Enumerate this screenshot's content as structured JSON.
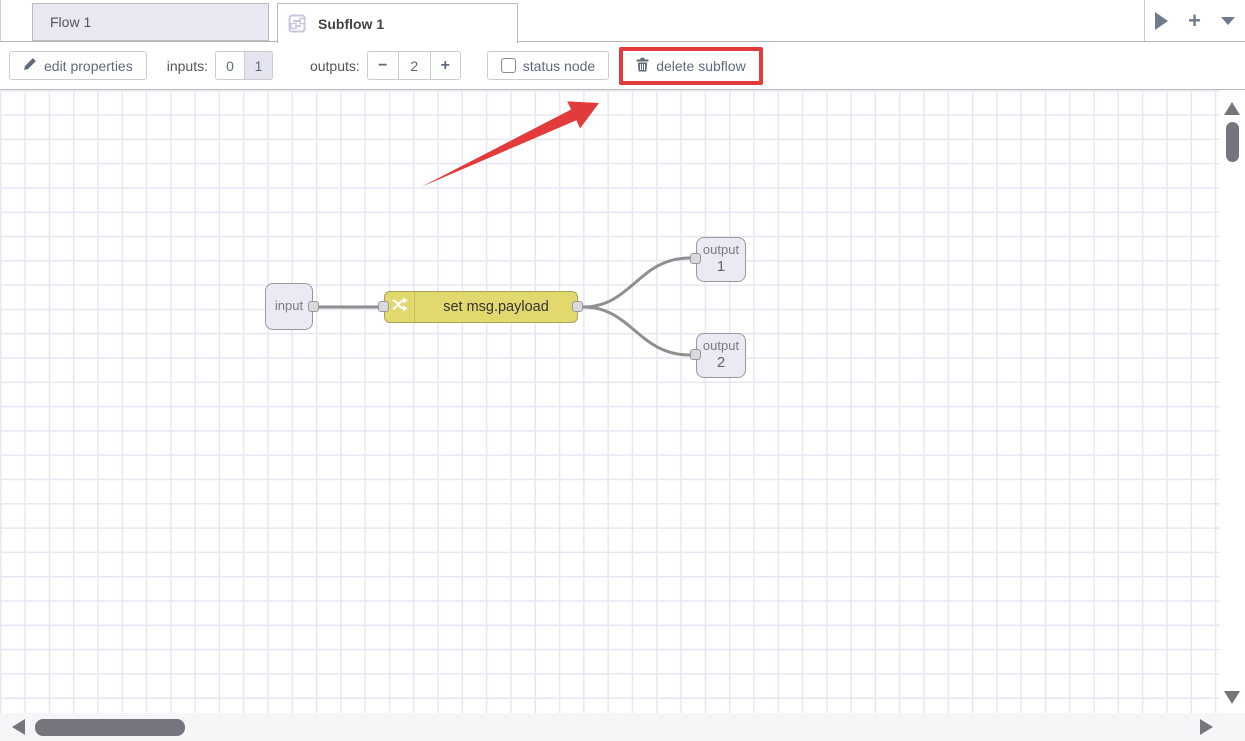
{
  "tabs": {
    "flow": "Flow 1",
    "subflow": "Subflow 1"
  },
  "toolbar": {
    "edit_properties_label": "edit properties",
    "inputs_label": "inputs:",
    "inputs_option_0": "0",
    "inputs_option_1": "1",
    "inputs_selected": "1",
    "outputs_label": "outputs:",
    "minus_glyph": "−",
    "outputs_value": "2",
    "plus_glyph": "+",
    "status_node_label": "status node",
    "status_node_checked": false,
    "delete_subflow_label": "delete subflow"
  },
  "tabbar_glyphs": {
    "plus": "+"
  },
  "canvas": {
    "input_node": {
      "label": "input"
    },
    "change_node": {
      "label": "set msg.payload"
    },
    "output_node_1": {
      "label": "output",
      "number": "1"
    },
    "output_node_2": {
      "label": "output",
      "number": "2"
    }
  },
  "annotation": {
    "highlight_target": "delete subflow button",
    "color": "#e23b3b"
  },
  "colors": {
    "change_node_fill": "#e2d96e",
    "io_node_fill": "#e9eaf4",
    "inactive_tab_fill": "#e8e8f3",
    "wire": "#8f8f8f",
    "grid_line": "#e9e6f4",
    "scrollbar": "#75757e"
  }
}
